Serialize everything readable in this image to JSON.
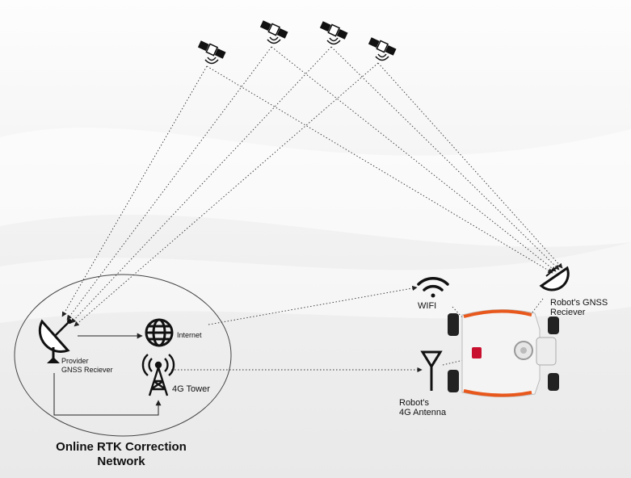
{
  "labels": {
    "internet": "Internet",
    "provider_line1": "Provider",
    "provider_line2": "GNSS Reciever",
    "tower": "4G Tower",
    "network_title_line1": "Online RTK Correction",
    "network_title_line2": "Network",
    "wifi": "WIFI",
    "robot_receiver_line1": "Robot's GNSS",
    "robot_receiver_line2": "Reciever",
    "robot_antenna_line1": "Robot's",
    "robot_antenna_line2": "4G Antenna"
  },
  "icons": {
    "satellite": "satellite-icon",
    "dish": "satellite-dish-icon",
    "globe": "globe-icon",
    "tower": "cell-tower-icon",
    "wifi": "wifi-icon",
    "antenna": "antenna-icon",
    "robot": "robot-mower-icon"
  },
  "colors": {
    "line": "#333333",
    "robot_accent": "#e8581c",
    "robot_badge": "#c8102e"
  }
}
